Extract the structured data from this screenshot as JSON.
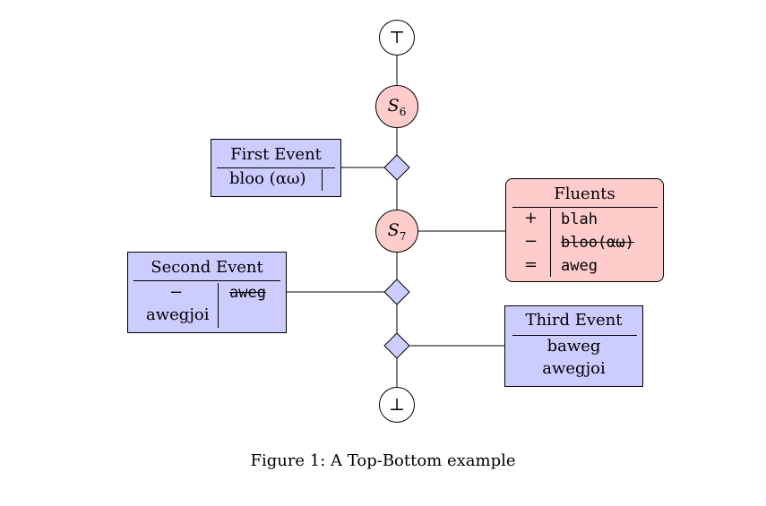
{
  "nodes": {
    "top": {
      "label": "⊤"
    },
    "s6": {
      "label": "S",
      "sub": "6"
    },
    "s7": {
      "label": "S",
      "sub": "7"
    },
    "bottom": {
      "label": "⊥"
    }
  },
  "events": {
    "first": {
      "title": "First Event",
      "row1_left": "bloo (αω)"
    },
    "second": {
      "title": "Second Event",
      "row1_left": "−",
      "row1_right": "aweg",
      "row2_left": "awegjoi"
    },
    "third": {
      "title": "Third Event",
      "row1": "baweg",
      "row2": "awegjoi"
    }
  },
  "fluents": {
    "title": "Fluents",
    "rows": [
      {
        "sign": "+",
        "value": "blah",
        "struck": false
      },
      {
        "sign": "−",
        "value": "bloo(αω)",
        "struck": true
      },
      {
        "sign": "=",
        "value": "aweg",
        "struck": false
      }
    ]
  },
  "caption": "Figure 1:  A Top-Bottom example",
  "colors": {
    "blue_fill": "#ccccff",
    "red_fill": "#ffcccc",
    "line": "#000000"
  }
}
